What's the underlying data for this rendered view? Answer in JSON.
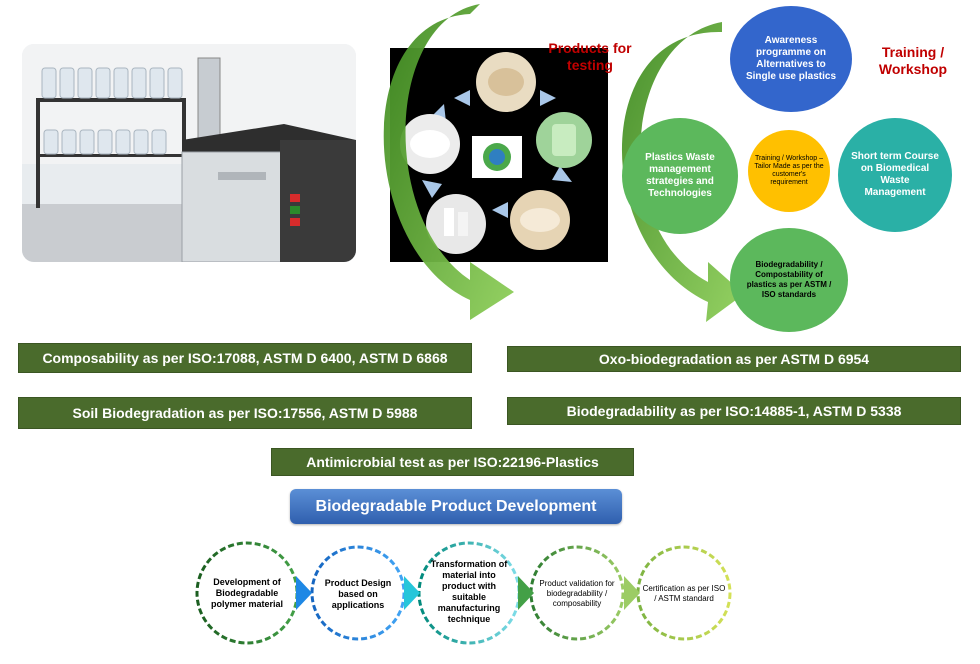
{
  "labels": {
    "products": "Products for testing",
    "training": "Training / Workshop"
  },
  "training_circles": {
    "awareness": "Awareness programme on Alternatives to Single use plastics",
    "plastics_waste": "Plastics Waste management strategies and Technologies",
    "center": "Training / Workshop – Tailor Made as per the customer's requirement",
    "short_term": "Short term Course on Biomedical Waste Management",
    "biodegradability": "Biodegradability / Compostability of plastics as per ASTM / ISO standards"
  },
  "standards": {
    "composability": "Composability as per ISO:17088, ASTM D 6400, ASTM D 6868",
    "oxo": "Oxo-biodegradation as per ASTM D 6954",
    "soil": "Soil Biodegradation as per ISO:17556, ASTM D 5988",
    "biodegradability": "Biodegradability as per ISO:14885-1, ASTM D 5338",
    "antimicrobial": "Antimicrobial test as per ISO:22196-Plastics"
  },
  "process": {
    "title": "Biodegradable Product Development",
    "steps": [
      "Development of Biodegradable polymer material",
      "Product Design based on applications",
      "Transformation of material into product with suitable manufacturing technique",
      "Product validation for biodegradability / composability",
      "Certification as per ISO / ASTM standard"
    ]
  },
  "colors": {
    "banner_green": "#4a6b2c",
    "arrow_green": "#4c9a2a",
    "title_blue": "#2f5fae",
    "label_red": "#c00000"
  }
}
